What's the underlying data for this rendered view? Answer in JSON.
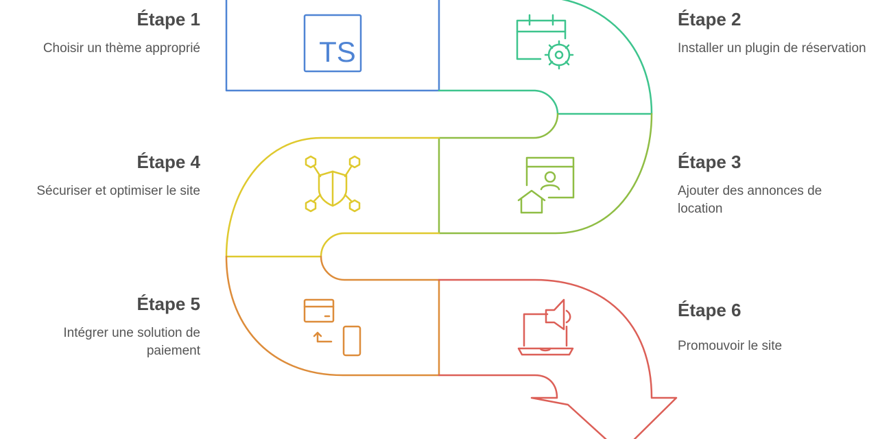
{
  "colors": {
    "step1": "#4f84d4",
    "step2": "#3dc48d",
    "step3": "#8fbd44",
    "step4": "#dfc92e",
    "step5": "#dd8c3a",
    "step6": "#dc5f57"
  },
  "steps": [
    {
      "title": "Étape 1",
      "description": "Choisir un thème approprié",
      "icon": "ts-badge-icon"
    },
    {
      "title": "Étape 2",
      "description": "Installer un plugin de réservation",
      "icon": "calendar-gear-icon"
    },
    {
      "title": "Étape 3",
      "description": "Ajouter des annonces de location",
      "icon": "house-listing-icon"
    },
    {
      "title": "Étape 4",
      "description": "Sécuriser et optimiser le site",
      "icon": "shield-network-icon"
    },
    {
      "title": "Étape 5",
      "description": "Intégrer une solution de paiement",
      "icon": "card-phone-payment-icon"
    },
    {
      "title": "Étape 6",
      "description": "Promouvoir le site",
      "icon": "laptop-megaphone-icon"
    }
  ],
  "icon_text": {
    "ts": "TS"
  }
}
